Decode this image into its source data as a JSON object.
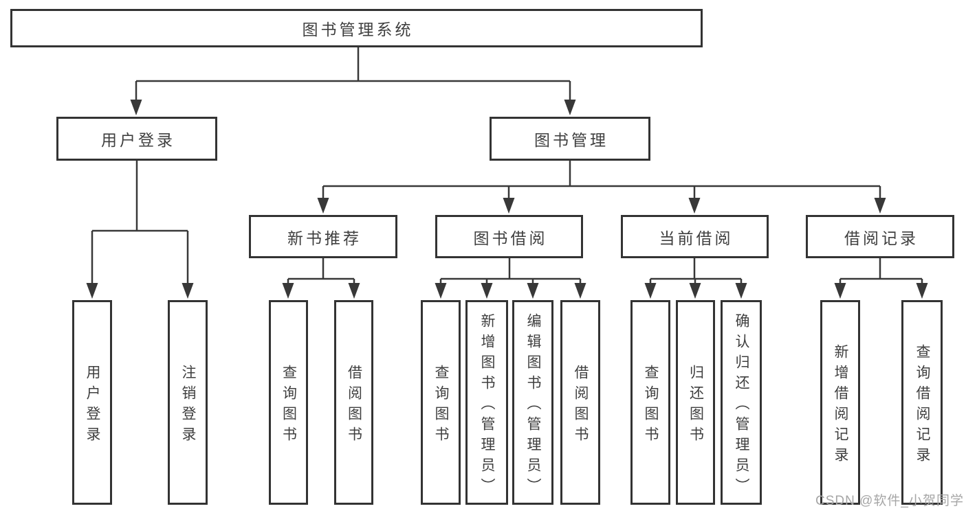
{
  "diagram": {
    "type": "hierarchy-tree",
    "root": {
      "label": "图书管理系统"
    },
    "level2": [
      {
        "label": "用户登录"
      },
      {
        "label": "图书管理"
      }
    ],
    "level3": [
      {
        "label": "新书推荐"
      },
      {
        "label": "图书借阅"
      },
      {
        "label": "当前借阅"
      },
      {
        "label": "借阅记录"
      }
    ],
    "groups": [
      {
        "parent": "用户登录",
        "leaves": [
          "用户登录",
          "注销登录"
        ]
      },
      {
        "parent": "新书推荐",
        "leaves": [
          "查询图书",
          "借阅图书"
        ]
      },
      {
        "parent": "图书借阅",
        "leaves": [
          "查询图书",
          "新增图书（管理员）",
          "编辑图书（管理员）",
          "借阅图书"
        ]
      },
      {
        "parent": "当前借阅",
        "leaves": [
          "查询图书",
          "归还图书",
          "确认归还（管理员）"
        ]
      },
      {
        "parent": "借阅记录",
        "leaves": [
          "新增借阅记录",
          "查询借阅记录"
        ]
      }
    ],
    "watermark": "CSDN @软件_小贺同学",
    "colors": {
      "line": "#383838",
      "box_border": "#333333",
      "text": "#3f3f3f",
      "watermark": "#a6a6a6",
      "background": "#ffffff"
    }
  }
}
